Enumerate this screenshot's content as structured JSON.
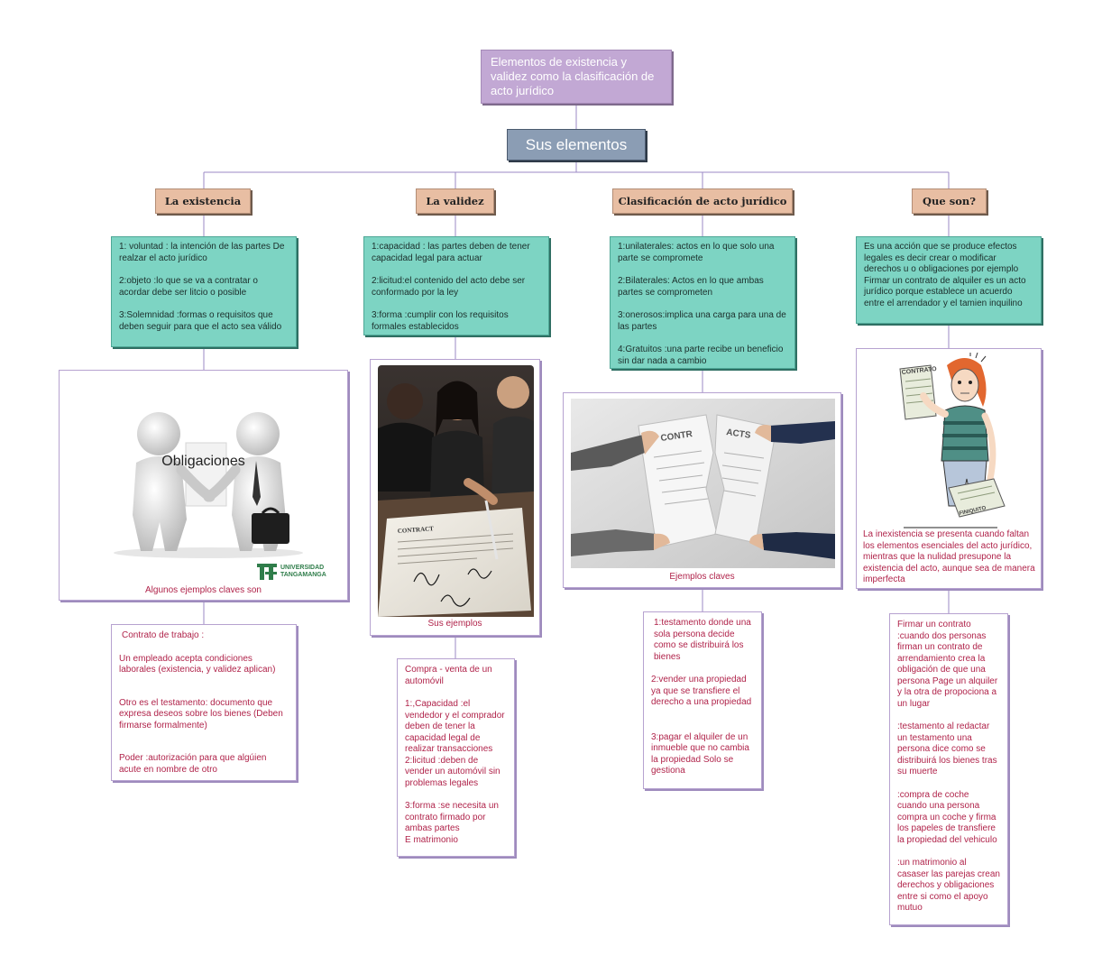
{
  "title": "Elementos de existencia y validez como la clasificación de acto jurídico",
  "subtitle": "Sus elementos",
  "columns": [
    {
      "heading": "La existencia",
      "items": [
        "1: voluntad : la intención de las partes De realzar el acto jurídico",
        "2:objeto :lo que se va a contratar o acordar debe ser litcio o posible",
        "3:Solemnidad :formas o requisitos que deben seguir para que el acto sea válido"
      ],
      "image_label": "Obligaciones",
      "logo_text": "UNIVERSIDAD TANGAMANGA",
      "caption": "Algunos ejemplos claves son",
      "examples": [
        "Contrato de trabajo :",
        "Un empleado acepta condiciones laborales (existencia, y validez aplican)",
        "Otro es el testamento: documento que expresa deseos sobre los bienes (Deben firmarse formalmente)",
        "Poder :autorización para que algúien acute en nombre de otro"
      ]
    },
    {
      "heading": "La validez",
      "items": [
        "1:capacidad : las partes deben de tener capacidad legal para actuar",
        "2:licitud:el contenido del acto debe ser conformado por la ley",
        "3:forma :cumplir con los requisitos formales establecidos"
      ],
      "image_label": "CONTRACT",
      "caption": "Sus ejemplos",
      "examples": [
        "Compra - venta de un automóvil",
        "1:,Capacidad :el vendedor y el comprador deben de tener la capacidad legal de realizar transacciones",
        "2:licitud :deben de vender un automóvil sin problemas legales",
        "3:forma :se necesita un contrato firmado por ambas partes",
        "E matrimonio"
      ]
    },
    {
      "heading": "Clasificación de acto jurídico",
      "items": [
        "1:unilaterales: actos en lo que solo una parte se compromete",
        "2:Bilaterales: Actos en lo que ambas partes se comprometen",
        "3:onerosos:implica una carga para una de las partes",
        "4:Gratuitos :una parte recibe un beneficio sin dar nada a cambio"
      ],
      "image_labels": [
        "CONTR",
        "ACTS"
      ],
      "caption": "Ejemplos claves",
      "examples": [
        "1:testamento donde una sola persona decide como se distribuirá los bienes",
        "2:vender una propiedad ya que se transfiere el derecho a una propiedad",
        "3:pagar el alquiler de un inmueble que no cambia la propiedad Solo se  gestiona"
      ]
    },
    {
      "heading": "Que son?",
      "items": [
        "Es una acción que se produce efectos legales es decir crear o modificar derechos u o obligaciones por ejemplo Firmar un contrato de alquiler es un acto jurídico porque establece un acuerdo entre el arrendador y el tamien inquilino"
      ],
      "image_labels": [
        "CONTRATO",
        "FINIQUITO"
      ],
      "caption": "La inexistencia se presenta cuando faltan los elementos esenciales del acto jurídico, mientras que la nulidad presupone la existencia del acto, aunque sea de manera imperfecta",
      "examples": [
        "Firmar un contrato :cuando dos personas firman un contrato de arrendamiento crea la obligación de que una persona Page un alquiler y la otra de propociona a un lugar",
        ":testamento al redactar un testamento una persona dice como se distribuirá los bienes tras su muerte",
        ":compra de coche cuando una persona compra un coche y firma los papeles de transfiere la propiedad del vehiculo",
        ":un matrimonio al casaser las parejas crean derechos y obligaciones entre si como el apoyo mutuo"
      ]
    }
  ],
  "colors": {
    "title_bg": "#c2a8d4",
    "subtitle_bg": "#8b9db4",
    "heading_bg": "#e8bea3",
    "definition_bg": "#7dd4c3",
    "example_text": "#b0234a",
    "connector": "#9b88c6"
  }
}
